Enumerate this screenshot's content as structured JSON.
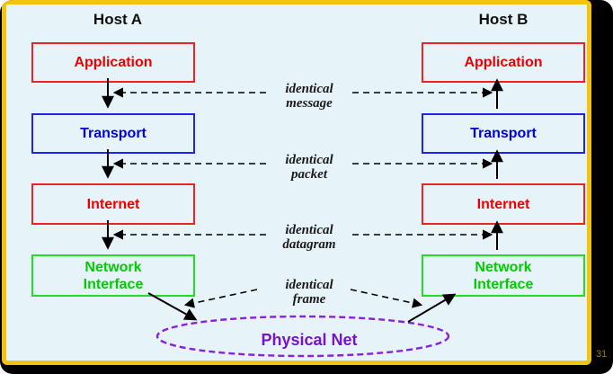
{
  "hosts": {
    "a": "Host A",
    "b": "Host B"
  },
  "layers": [
    {
      "id": "application",
      "label": "Application",
      "color": "#ee0000"
    },
    {
      "id": "transport",
      "label": "Transport",
      "color": "#0000dd"
    },
    {
      "id": "internet",
      "label": "Internet",
      "color": "#ee0000"
    },
    {
      "id": "network-interface",
      "label": "Network\nInterface",
      "color": "#00cc00"
    }
  ],
  "annotations": [
    {
      "label": "identical\nmessage"
    },
    {
      "label": "identical\npacket"
    },
    {
      "label": "identical\ndatagram"
    },
    {
      "label": "identical\nframe"
    }
  ],
  "physical_net": {
    "label": "Physical Net",
    "color": "#7a11cc"
  },
  "slide_number": "31",
  "colors": {
    "canvas_background": "#e6f3f8",
    "frame_border": "#f2c40d",
    "outer_background": "#000000",
    "arrow": "#000000",
    "ellipse_stroke": "#8822dd"
  }
}
